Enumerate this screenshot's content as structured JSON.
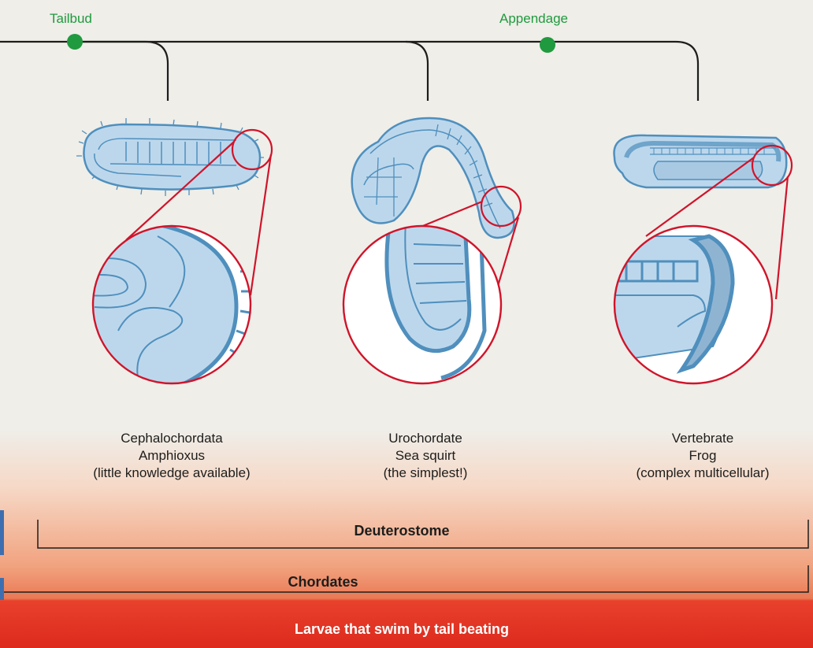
{
  "markers": {
    "tailbud": "Tailbud",
    "appendage": "Appendage"
  },
  "organisms": [
    {
      "group": "Cephalochordata",
      "name": "Amphioxus",
      "note": "(little knowledge available)"
    },
    {
      "group": "Urochordate",
      "name": "Sea squirt",
      "note": "(the simplest!)"
    },
    {
      "group": "Vertebrate",
      "name": "Frog",
      "note": "(complex multicellular)"
    }
  ],
  "brackets": {
    "deuterostome": "Deuterostome",
    "chordates": "Chordates"
  },
  "bottom_bar": "Larvae that swim by tail beating",
  "colors": {
    "marker": "#1f9a3e",
    "zoom_circle": "#d0142a",
    "larva_fill": "#bcd7ec",
    "larva_stroke": "#4f8fbd",
    "bottom_bar": "#dd2a1d"
  }
}
